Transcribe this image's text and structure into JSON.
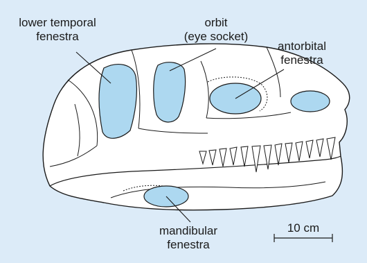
{
  "colors": {
    "background": "#dcebf8",
    "fenestra_fill": "#add8f0",
    "bone": "#ffffff",
    "line": "#1a1a1a"
  },
  "labels": {
    "lower_temporal": [
      "lower temporal",
      "fenestra"
    ],
    "orbit": [
      "orbit",
      "(eye socket)"
    ],
    "antorbital": [
      "antorbital",
      "fenestra"
    ],
    "mandibular": [
      "mandibular",
      "fenestra"
    ]
  },
  "scale_bar": {
    "label": "10 cm"
  }
}
